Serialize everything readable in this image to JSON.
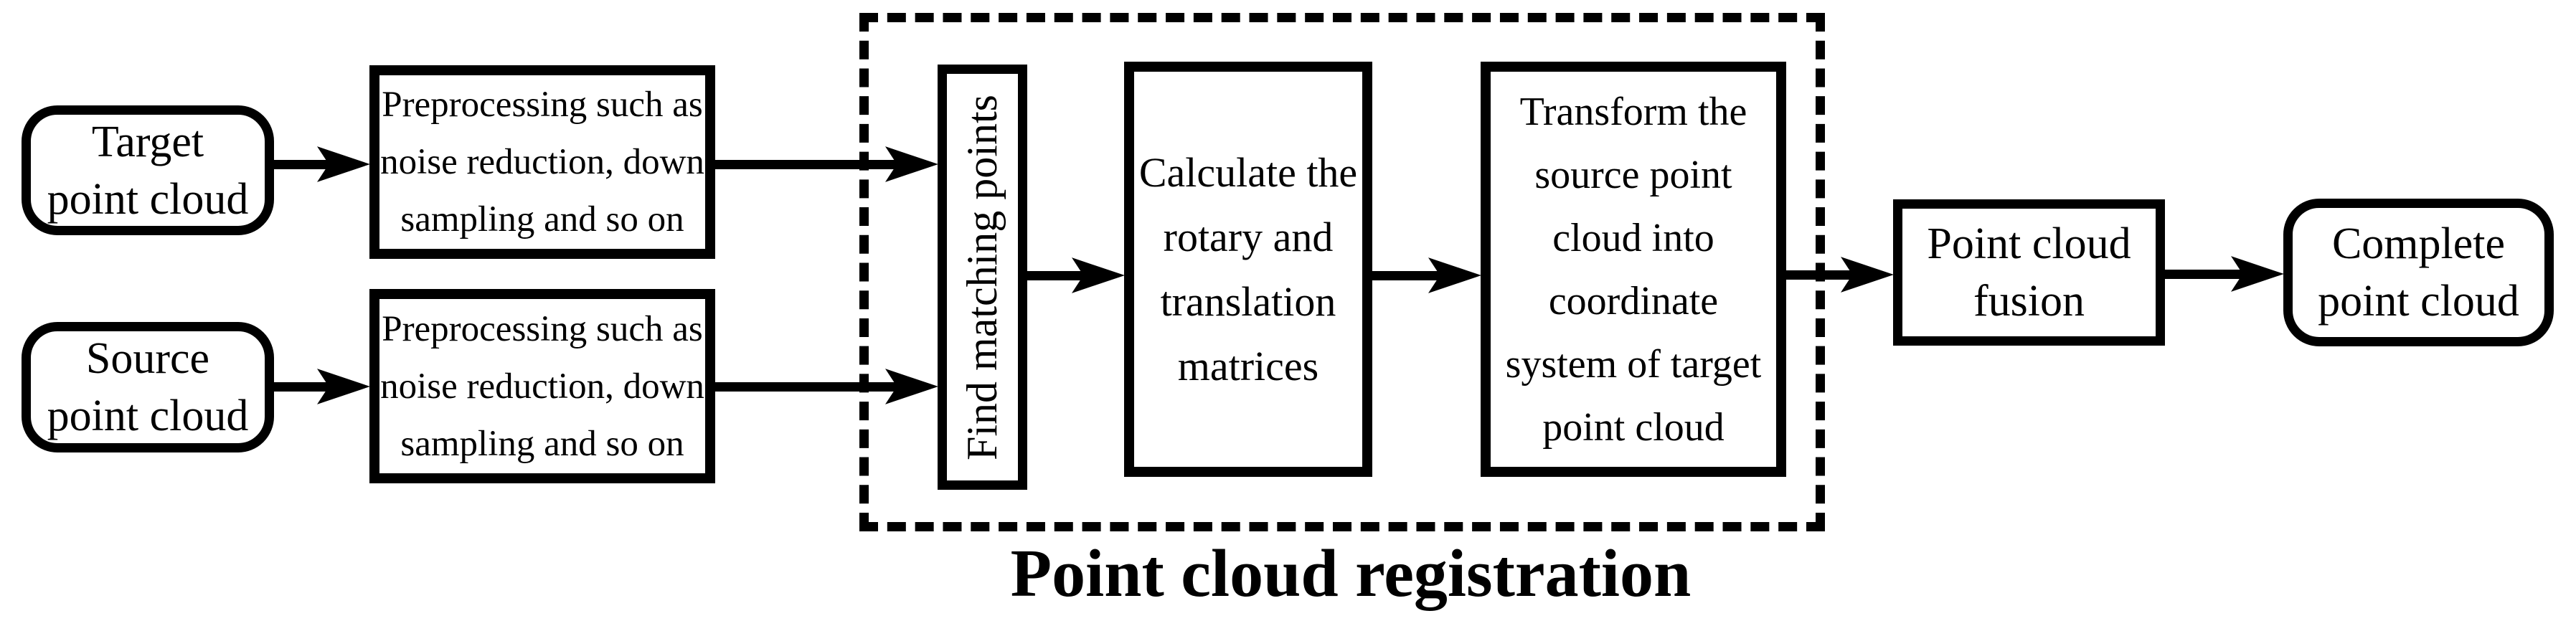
{
  "diagram": {
    "background_color": "#ffffff",
    "stroke_color": "#000000",
    "nodes": {
      "target": {
        "label": "Target\npoint cloud",
        "shape": "rounded-rectangle"
      },
      "source": {
        "label": "Source\npoint cloud",
        "shape": "rounded-rectangle"
      },
      "preprocess_top": {
        "label": "Preprocessing such as\nnoise reduction, down\nsampling and so on",
        "shape": "rectangle"
      },
      "preprocess_bottom": {
        "label": "Preprocessing such as\nnoise reduction, down\nsampling and so on",
        "shape": "rectangle"
      },
      "find_matching": {
        "label": "Find matching points",
        "shape": "rectangle",
        "text_direction": "vertical-bottom-to-top"
      },
      "calculate": {
        "label": "Calculate the\nrotary and\ntranslation\nmatrices",
        "shape": "rectangle"
      },
      "transform": {
        "label": "Transform the\nsource point\ncloud into\ncoordinate\nsystem of target\npoint cloud",
        "shape": "rectangle"
      },
      "fusion": {
        "label": "Point cloud\nfusion",
        "shape": "rectangle"
      },
      "complete": {
        "label": "Complete\npoint cloud",
        "shape": "rounded-rectangle"
      }
    },
    "group": {
      "label": "Point cloud registration",
      "border_style": "dashed",
      "members": [
        "find_matching",
        "calculate",
        "transform"
      ]
    },
    "edges": [
      {
        "from": "target",
        "to": "preprocess_top"
      },
      {
        "from": "source",
        "to": "preprocess_bottom"
      },
      {
        "from": "preprocess_top",
        "to": "find_matching"
      },
      {
        "from": "preprocess_bottom",
        "to": "find_matching"
      },
      {
        "from": "find_matching",
        "to": "calculate"
      },
      {
        "from": "calculate",
        "to": "transform"
      },
      {
        "from": "transform",
        "to": "fusion"
      },
      {
        "from": "fusion",
        "to": "complete"
      }
    ]
  }
}
